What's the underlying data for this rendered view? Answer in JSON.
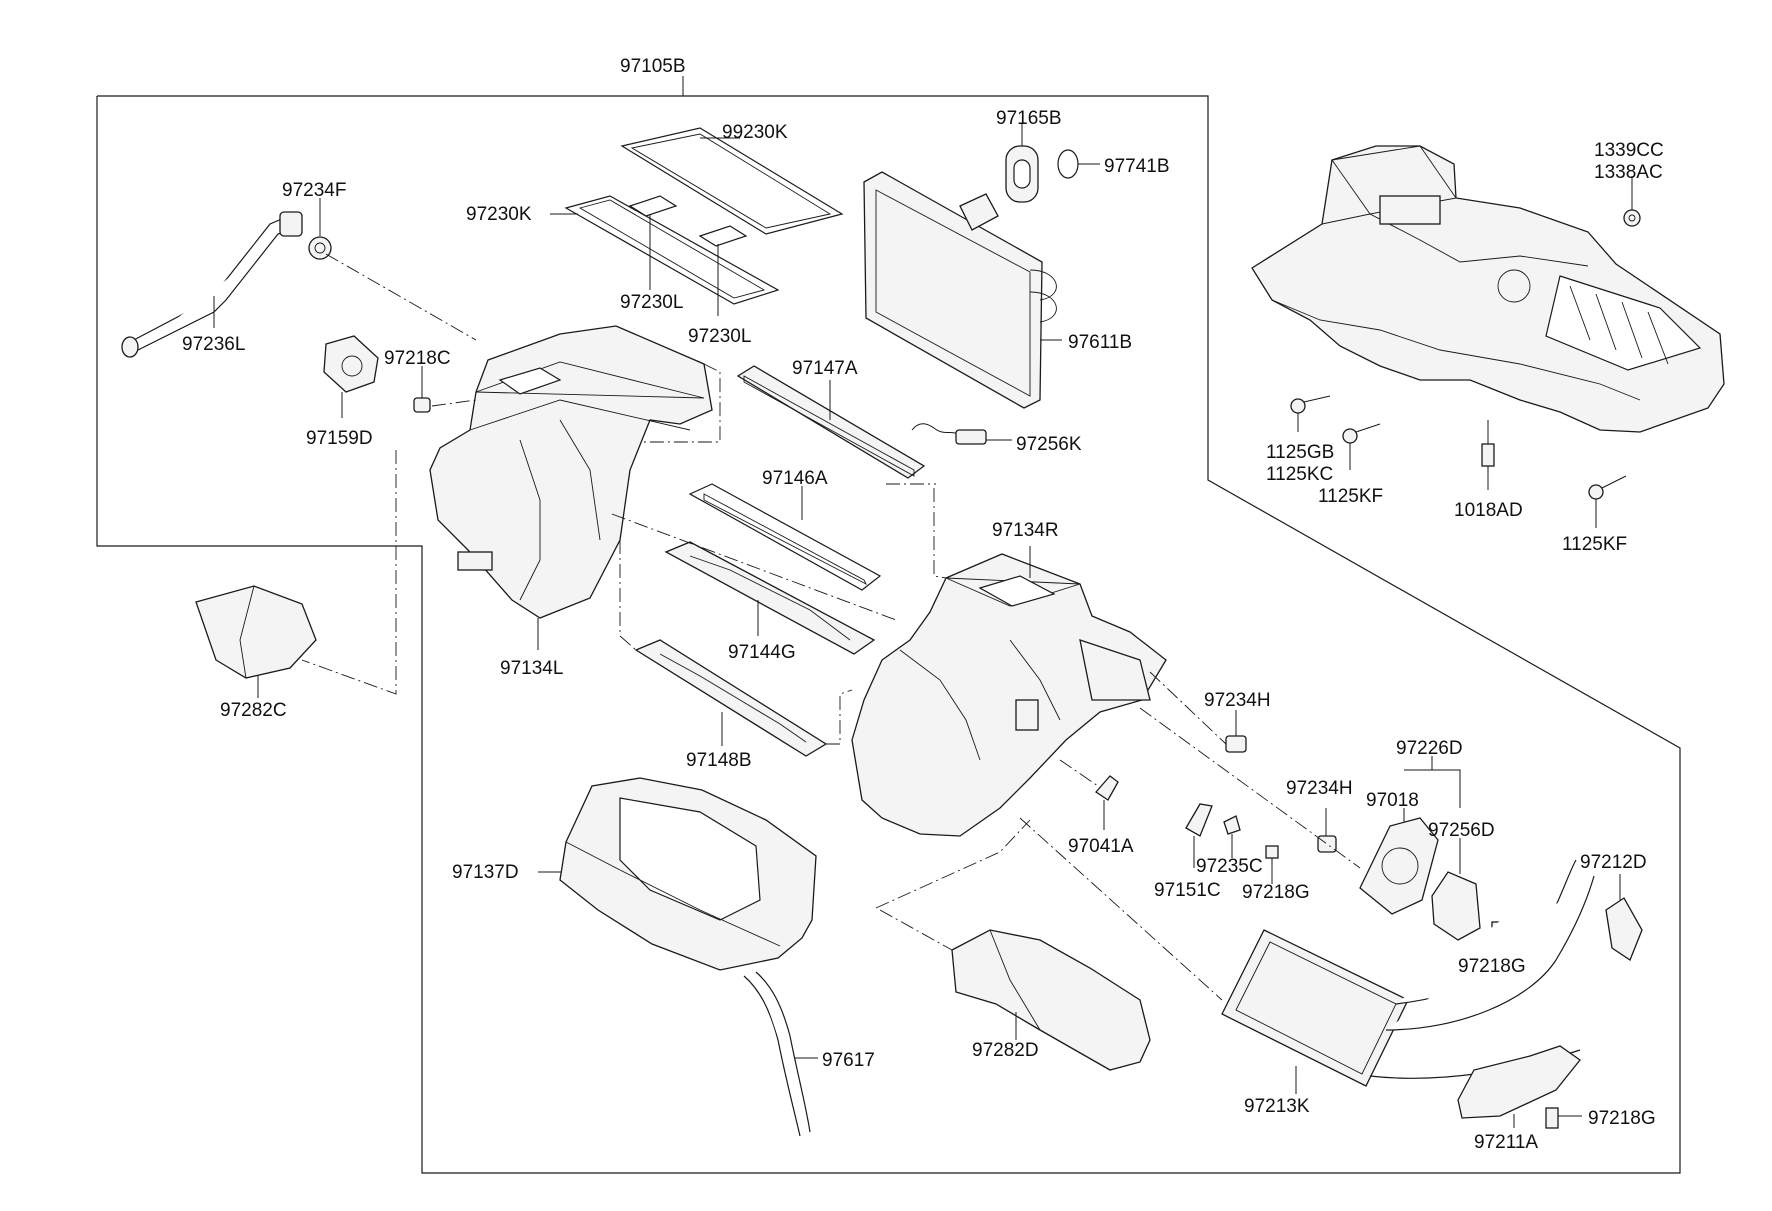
{
  "labels": {
    "l97105B": "97105B",
    "l99230K": "99230K",
    "l97165B": "97165B",
    "l97741B": "97741B",
    "l1339CC": "1339CC",
    "l1338AC": "1338AC",
    "l97234F": "97234F",
    "l97230K": "97230K",
    "l97230L_a": "97230L",
    "l97230L_b": "97230L",
    "l97236L": "97236L",
    "l97611B": "97611B",
    "l97218C": "97218C",
    "l97147A": "97147A",
    "l97159D": "97159D",
    "l97256K": "97256K",
    "l1125GB": "1125GB",
    "l1125KC": "1125KC",
    "l1125KF_a": "1125KF",
    "l1018AD": "1018AD",
    "l1125KF_b": "1125KF",
    "l97146A": "97146A",
    "l97134R": "97134R",
    "l97144G": "97144G",
    "l97134L": "97134L",
    "l97282C": "97282C",
    "l97148B": "97148B",
    "l97234H_a": "97234H",
    "l97226D": "97226D",
    "l97234H_b": "97234H",
    "l97018": "97018",
    "l97256D": "97256D",
    "l97041A": "97041A",
    "l97235C": "97235C",
    "l97137D": "97137D",
    "l97151C": "97151C",
    "l97218G_a": "97218G",
    "l97212D": "97212D",
    "l97218G_b": "97218G",
    "l97617": "97617",
    "l97282D": "97282D",
    "l97213K": "97213K",
    "l97218G_c": "97218G",
    "l97211A": "97211A"
  }
}
